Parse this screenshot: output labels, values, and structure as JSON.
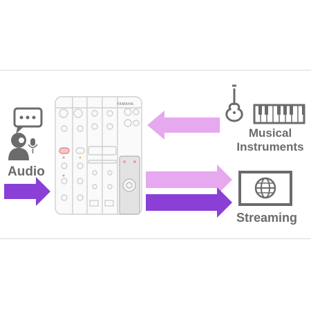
{
  "labels": {
    "audio": "Audio",
    "instruments_line1": "Musical",
    "instruments_line2": "Instruments",
    "streaming": "Streaming"
  },
  "mixer": {
    "brand": "YAMAHA"
  },
  "icons": {
    "speaker": "person-speaking-icon",
    "instrument": "guitar-icon",
    "keyboard": "keyboard-icon",
    "stream": "globe-monitor-icon"
  },
  "colors": {
    "arrow_light": "#e6a8ee",
    "arrow_dark": "#8a3fd6",
    "icon_gray": "#6b6b6b",
    "mixer_line": "#cfcfcf"
  }
}
